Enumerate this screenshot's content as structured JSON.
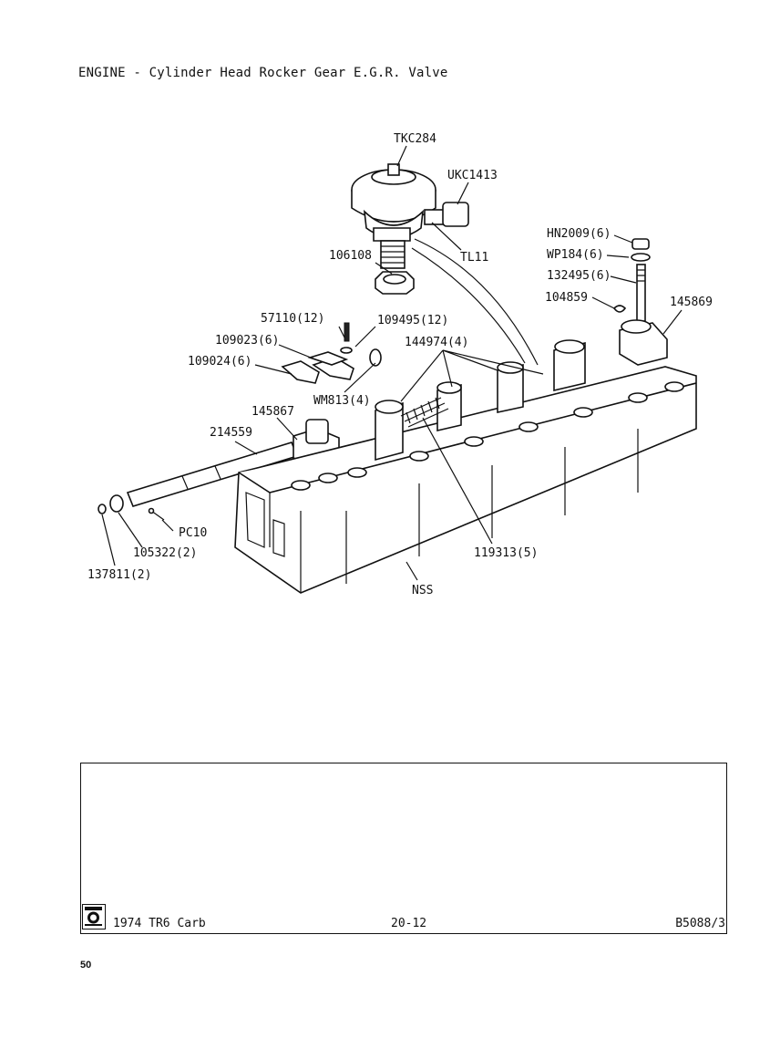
{
  "header": {
    "title": "ENGINE - Cylinder Head Rocker Gear E.G.R. Valve"
  },
  "parts": [
    {
      "id": "TKC284",
      "label": "TKC284"
    },
    {
      "id": "UKC1413",
      "label": "UKC1413"
    },
    {
      "id": "TL11",
      "label": "TL11"
    },
    {
      "id": "106108",
      "label": "106108"
    },
    {
      "id": "HN2009",
      "label": "HN2009(6)"
    },
    {
      "id": "WP184",
      "label": "WP184(6)"
    },
    {
      "id": "132495",
      "label": "132495(6)"
    },
    {
      "id": "104859",
      "label": "104859"
    },
    {
      "id": "145869",
      "label": "145869"
    },
    {
      "id": "57110",
      "label": "57110(12)"
    },
    {
      "id": "109495",
      "label": "109495(12)"
    },
    {
      "id": "109023",
      "label": "109023(6)"
    },
    {
      "id": "144974",
      "label": "144974(4)"
    },
    {
      "id": "109024",
      "label": "109024(6)"
    },
    {
      "id": "WM813",
      "label": "WM813(4)"
    },
    {
      "id": "145867",
      "label": "145867"
    },
    {
      "id": "214559",
      "label": "214559"
    },
    {
      "id": "PC10",
      "label": "PC10"
    },
    {
      "id": "105322",
      "label": "105322(2)"
    },
    {
      "id": "137811",
      "label": "137811(2)"
    },
    {
      "id": "119313",
      "label": "119313(5)"
    },
    {
      "id": "NSS",
      "label": "NSS"
    }
  ],
  "footer": {
    "model": "1974 TR6 Carb",
    "page_ref": "20-12",
    "plate_ref": "B5088/3",
    "logo_icon": "british-leyland-logo-icon"
  },
  "page_number": "50"
}
